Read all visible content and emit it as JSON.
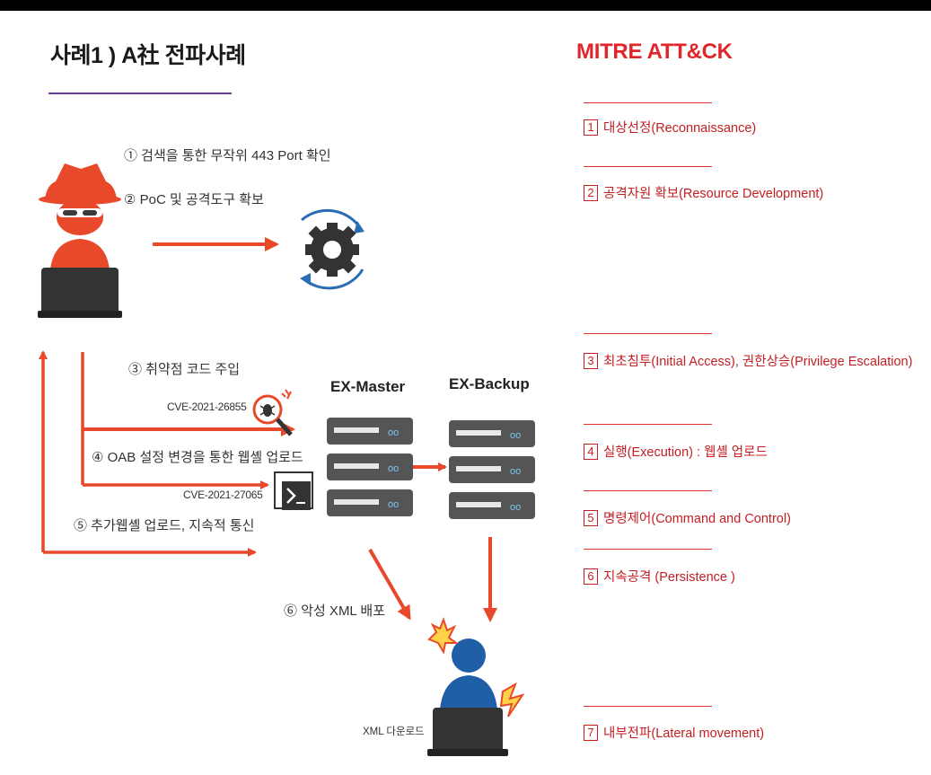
{
  "title": "사례1 ) A社 전파사례",
  "mitre": {
    "title": "MITRE ATT&CK",
    "items": [
      {
        "num": "1",
        "label": "대상선정(Reconnaissance)"
      },
      {
        "num": "2",
        "label": "공격자원 확보(Resource Development)"
      },
      {
        "num": "3",
        "label": "최초침투(Initial Access), 권한상승(Privilege Escalation)"
      },
      {
        "num": "4",
        "label": "실행(Execution) : 웹셸 업로드"
      },
      {
        "num": "5",
        "label": "명령제어(Command and Control)"
      },
      {
        "num": "6",
        "label": "지속공격 (Persistence )"
      },
      {
        "num": "7",
        "label": "내부전파(Lateral movement)"
      }
    ]
  },
  "steps": {
    "s1": "① 검색을 통한 무작위 443 Port 확인",
    "s2": "② PoC 및 공격도구 확보",
    "s3": "③ 취약점 코드 주입",
    "s4": "④ OAB 설정 변경을 통한 웹셸 업로드",
    "s5": "⑤ 추가웹셸 업로드, 지속적 통신",
    "s6": "⑥ 악성 XML 배포"
  },
  "cves": {
    "cve1": "CVE-2021-26855",
    "cve2": "CVE-2021-27065"
  },
  "servers": {
    "master": "EX-Master",
    "backup": "EX-Backup"
  },
  "victim": {
    "label": "XML 다운로드"
  },
  "colors": {
    "accent_red": "#e8492a",
    "mitre_red": "#c41e22",
    "server_gray": "#5a5a5a",
    "victim_blue": "#1f5fa8",
    "hacker_orange": "#e8492a"
  },
  "icons": [
    "hacker-icon",
    "gear-cycle-icon",
    "bug-magnifier-icon",
    "terminal-icon",
    "server-icon",
    "victim-user-icon",
    "burst-icon",
    "lightning-icon"
  ]
}
